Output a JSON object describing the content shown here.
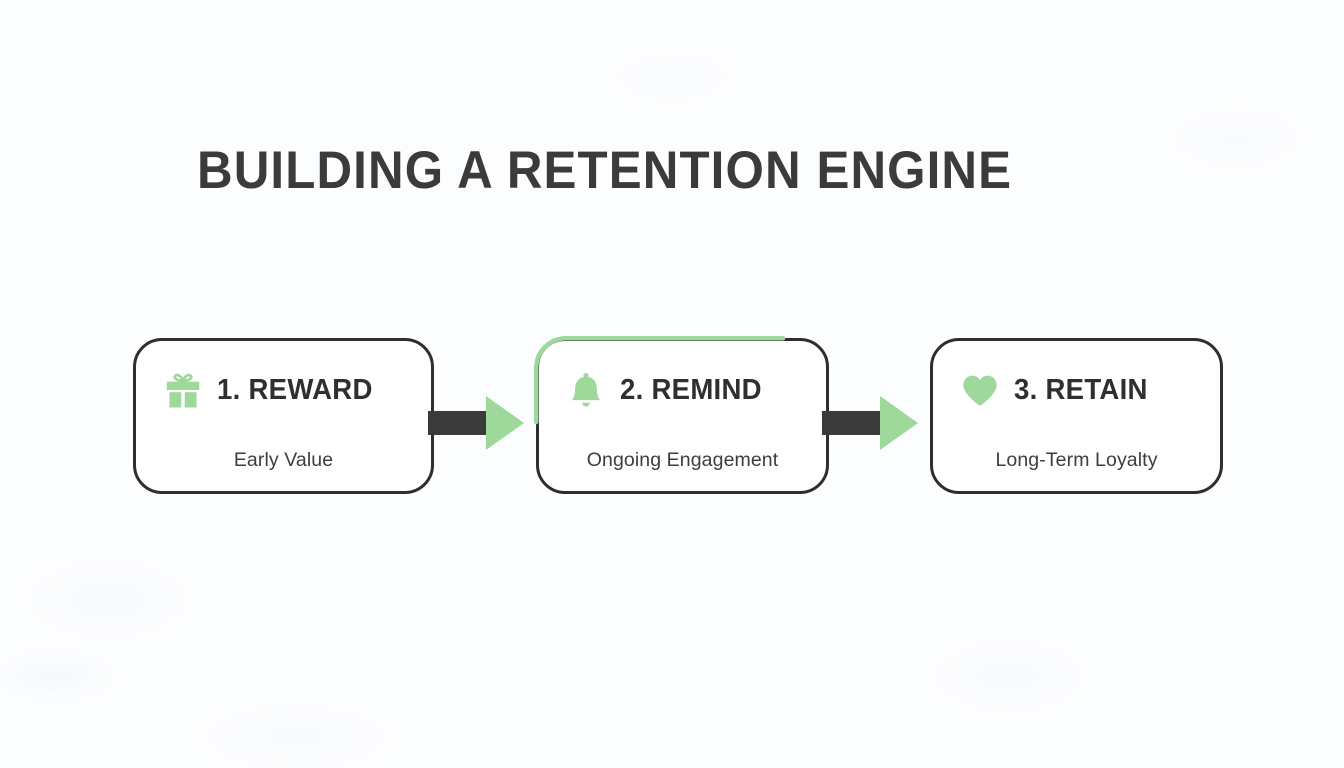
{
  "page": {
    "title": "BUILDING A RETENTION ENGINE",
    "background_color": "#fcfdfe"
  },
  "theme": {
    "accent_green": "#9ed89a",
    "border_dark": "#2e2e2e",
    "title_color": "#3b3b3b",
    "arrow_shaft_color": "#3a3a3a",
    "card_background": "#ffffff"
  },
  "diagram": {
    "type": "process-flow",
    "direction": "left-to-right",
    "step_count": 3,
    "steps": [
      {
        "id": "reward",
        "number": "1.",
        "title": "1. REWARD",
        "subtitle": "Early Value",
        "icon": "gift-icon",
        "icon_color": "#9ed89a",
        "highlighted": false
      },
      {
        "id": "remind",
        "number": "2.",
        "title": "2. REMIND",
        "subtitle": "Ongoing Engagement",
        "icon": "bell-icon",
        "icon_color": "#9ed89a",
        "highlighted": true,
        "progress_accent": "#9ed89a"
      },
      {
        "id": "retain",
        "number": "3.",
        "title": "3. RETAIN",
        "subtitle": "Long-Term Loyalty",
        "icon": "heart-icon",
        "icon_color": "#9ed89a",
        "highlighted": false
      }
    ],
    "connectors": [
      {
        "id": "connector-reward-to-remind",
        "icon": "arrow-right-icon",
        "from": "reward",
        "to": "remind"
      },
      {
        "id": "connector-remind-to-retain",
        "icon": "arrow-right-icon",
        "from": "remind",
        "to": "retain"
      }
    ]
  }
}
